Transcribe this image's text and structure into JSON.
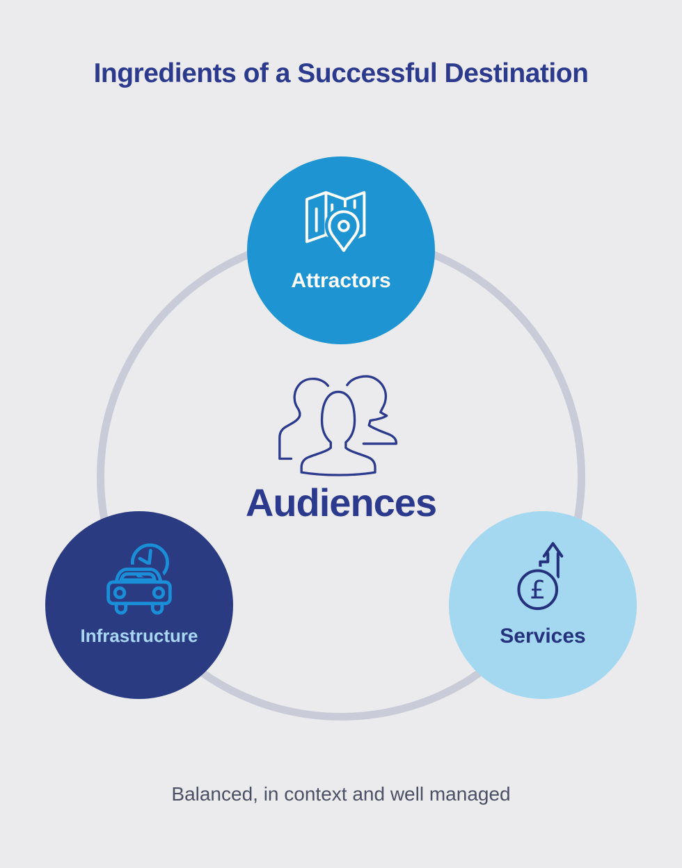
{
  "title": "Ingredients of a Successful Destination",
  "caption": "Balanced, in context and well managed",
  "center": {
    "label": "Audiences",
    "icon": "people-group-icon"
  },
  "nodes": [
    {
      "id": "attractors",
      "label": "Attractors",
      "icon": "folded-map-pin-icon",
      "circle_color": "#1e95d2",
      "label_color": "#ffffff"
    },
    {
      "id": "infrastructure",
      "label": "Infrastructure",
      "icon": "car-clock-icon",
      "circle_color": "#2a3b82",
      "label_color": "#a9d6f3"
    },
    {
      "id": "services",
      "label": "Services",
      "icon": "pound-growth-icon",
      "circle_color": "#a4d8f0",
      "label_color": "#24317c"
    }
  ],
  "colors": {
    "background": "#ebebed",
    "title_text": "#2b3a8d",
    "audiences_text": "#2b3a8d",
    "ring": "#c9ccd8",
    "caption_text": "#4b5064",
    "attractors_icon_stroke": "#ffffff",
    "infrastructure_icon_stroke": "#1b8ed8",
    "services_icon_stroke": "#24317c",
    "audiences_icon_stroke": "#2b3a8c"
  }
}
